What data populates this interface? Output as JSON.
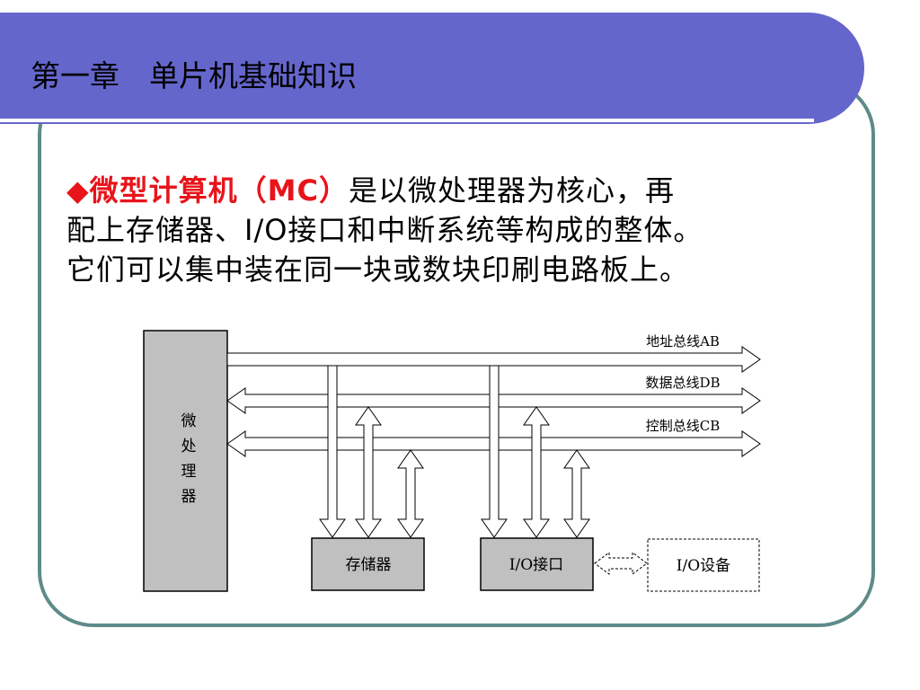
{
  "slide": {
    "title": "第一章　单片机基础知识",
    "bullet_symbol": "◆",
    "highlight": "微型计算机（MC）",
    "body_line1_rest": "是以微处理器为核心，再",
    "body_line2": "配上存储器、I/O接口和中断系统等构成的整体。",
    "body_line3": "它们可以集中装在同一块或数块印刷电路板上。"
  },
  "diagram": {
    "cpu_label": [
      "微",
      "处",
      "理",
      "器"
    ],
    "bus_address": "地址总线AB",
    "bus_data": "数据总线DB",
    "bus_control": "控制总线CB",
    "memory": "存储器",
    "io_interface": "I/O接口",
    "io_device": "I/O设备"
  },
  "colors": {
    "title_bar": "#6566cc",
    "frame_border": "#5e8b8a",
    "highlight": "#e8141b",
    "block_fill": "#c0c0c0"
  }
}
